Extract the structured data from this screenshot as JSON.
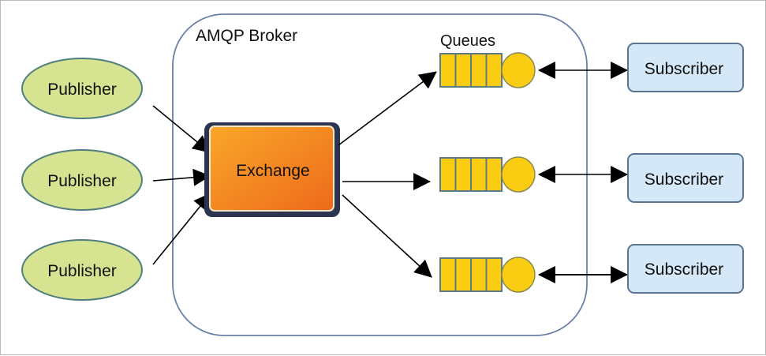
{
  "broker": {
    "title": "AMQP Broker"
  },
  "exchange": {
    "label": "Exchange"
  },
  "queues_label": "Queues",
  "publishers": [
    {
      "label": "Publisher"
    },
    {
      "label": "Publisher"
    },
    {
      "label": "Publisher"
    }
  ],
  "subscribers": [
    {
      "label": "Subscriber"
    },
    {
      "label": "Subscriber"
    },
    {
      "label": "Subscriber"
    }
  ],
  "queues": [
    {
      "slots": 4
    },
    {
      "slots": 4
    },
    {
      "slots": 4
    }
  ],
  "colors": {
    "publisher_fill": "#d6e391",
    "publisher_stroke": "#4f7f7f",
    "exchange_fill_start": "#f9a72a",
    "exchange_fill_end": "#ee6a1a",
    "exchange_border": "#2c3550",
    "queue_fill": "#fbcd12",
    "queue_stroke": "#5d7a86",
    "subscriber_fill": "#d5e8f7",
    "subscriber_stroke": "#5a7491",
    "broker_stroke": "#6a7fa8",
    "arrow": "#000000"
  }
}
